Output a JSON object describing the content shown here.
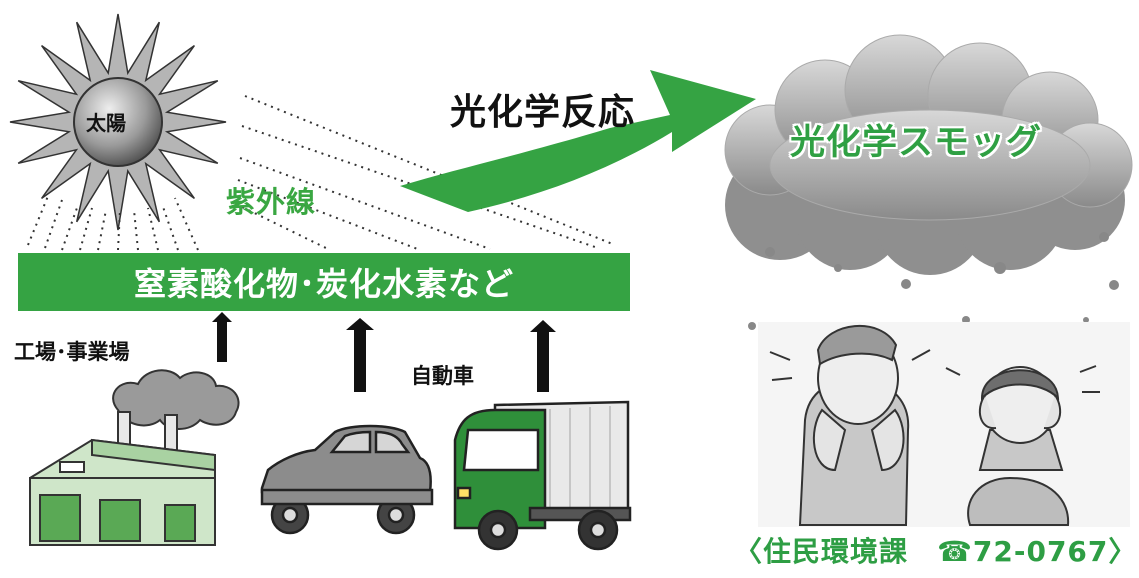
{
  "labels": {
    "sun": "太陽",
    "ultraviolet": "紫外線",
    "reaction": "光化学反応",
    "smog": "光化学スモッグ",
    "pollutants": "窒素酸化物･炭化水素など",
    "factory": "工場･事業場",
    "car": "自動車",
    "contact": "〈住民環境課　☎72-0767〉"
  },
  "icons": {
    "sun": "sun-icon",
    "cloud": "smog-cloud-icon",
    "factory": "factory-icon",
    "car": "car-icon",
    "truck": "truck-icon",
    "people": "suffering-people-icon"
  },
  "colors": {
    "accent_green": "#35a343",
    "truck_green": "#2f8f3a",
    "factory_green": "#cfe6c9",
    "smog_gray": "#9a9a9a"
  }
}
